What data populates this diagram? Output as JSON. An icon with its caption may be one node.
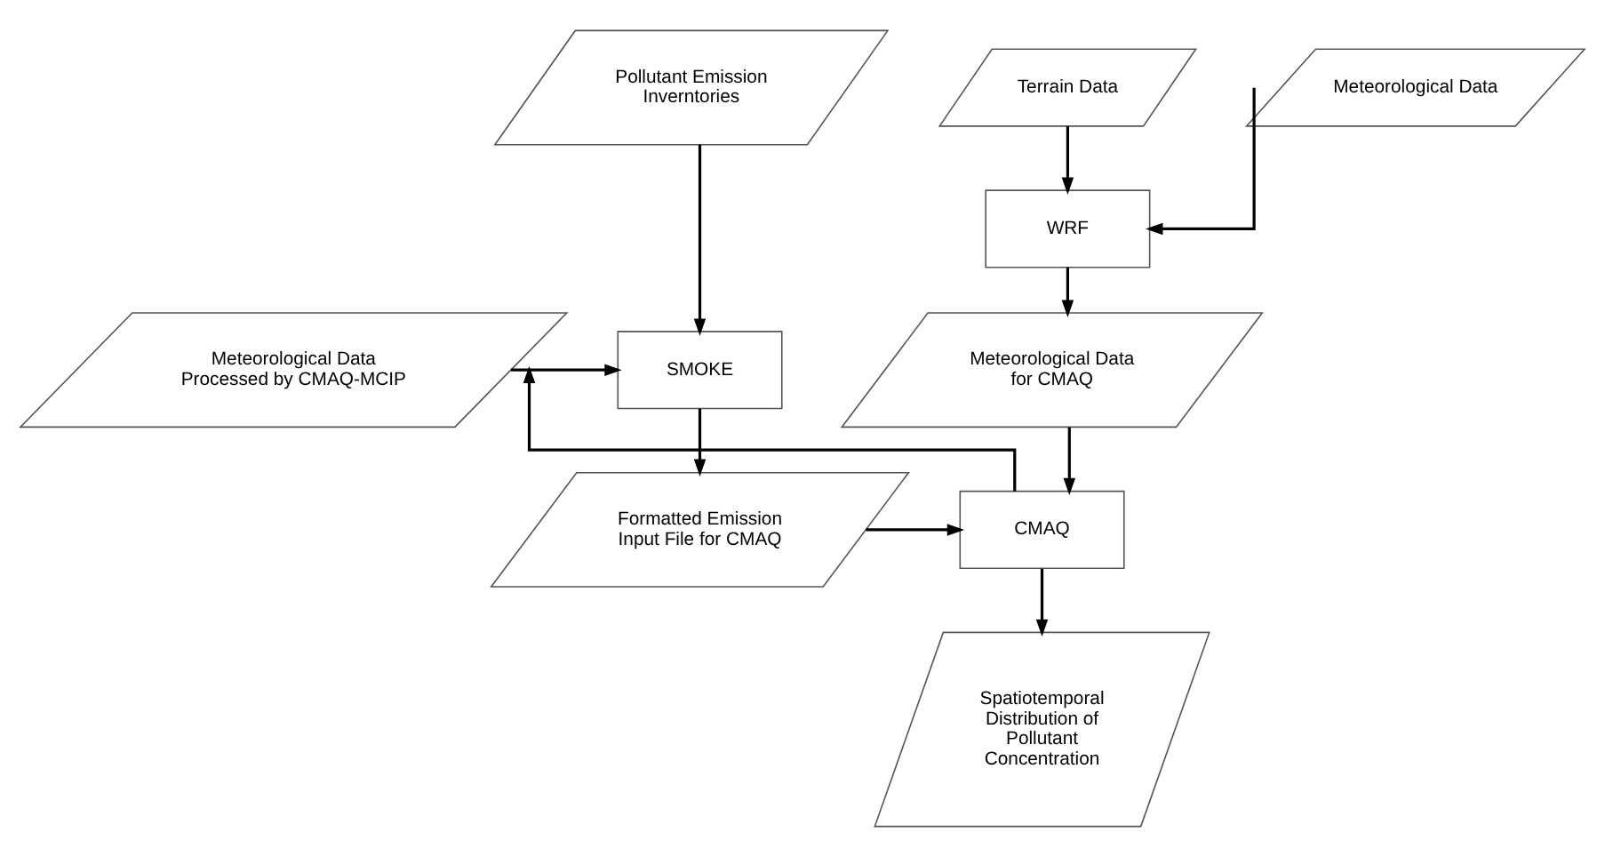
{
  "diagram": {
    "nodes": [
      {
        "text": [
          "Meteorological Data"
        ]
      },
      {
        "text": [
          "Terrain Data"
        ]
      },
      {
        "text": [
          "WRF"
        ]
      },
      {
        "text": [
          "Meteorological Data for CMAQ"
        ]
      },
      {
        "text": [
          "Meteorological Data Processed by  CMAQ-MCIP"
        ]
      },
      {
        "text": [
          "Pollutant Emission Inverntories"
        ]
      },
      {
        "text": [
          "SMOKE"
        ]
      },
      {
        "text": [
          "CMAQ"
        ]
      },
      {
        "text": [
          "Formatted Emission Input File for CMAQ"
        ]
      },
      {
        "text": [
          "Spatiotemporal Distribution of Pollutant Concentration"
        ]
      }
    ],
    "edges": [
      {
        "from": 0,
        "to": 2,
        "arrow": "to"
      },
      {
        "from": 1,
        "to": 2,
        "arrow": "to"
      },
      {
        "from": 2,
        "to": 3,
        "arrow": "to"
      },
      {
        "from": 3,
        "to": 7,
        "arrow": "to"
      },
      {
        "from": 7,
        "to": 4,
        "arrow": "to"
      },
      {
        "from": 4,
        "to": 6,
        "arrow": "to"
      },
      {
        "from": 5,
        "to": 6,
        "arrow": "to"
      },
      {
        "from": 6,
        "to": 8,
        "arrow": "to"
      },
      {
        "from": 8,
        "to": 7,
        "arrow": "to"
      },
      {
        "from": 7,
        "to": 9,
        "arrow": "to"
      }
    ]
  }
}
